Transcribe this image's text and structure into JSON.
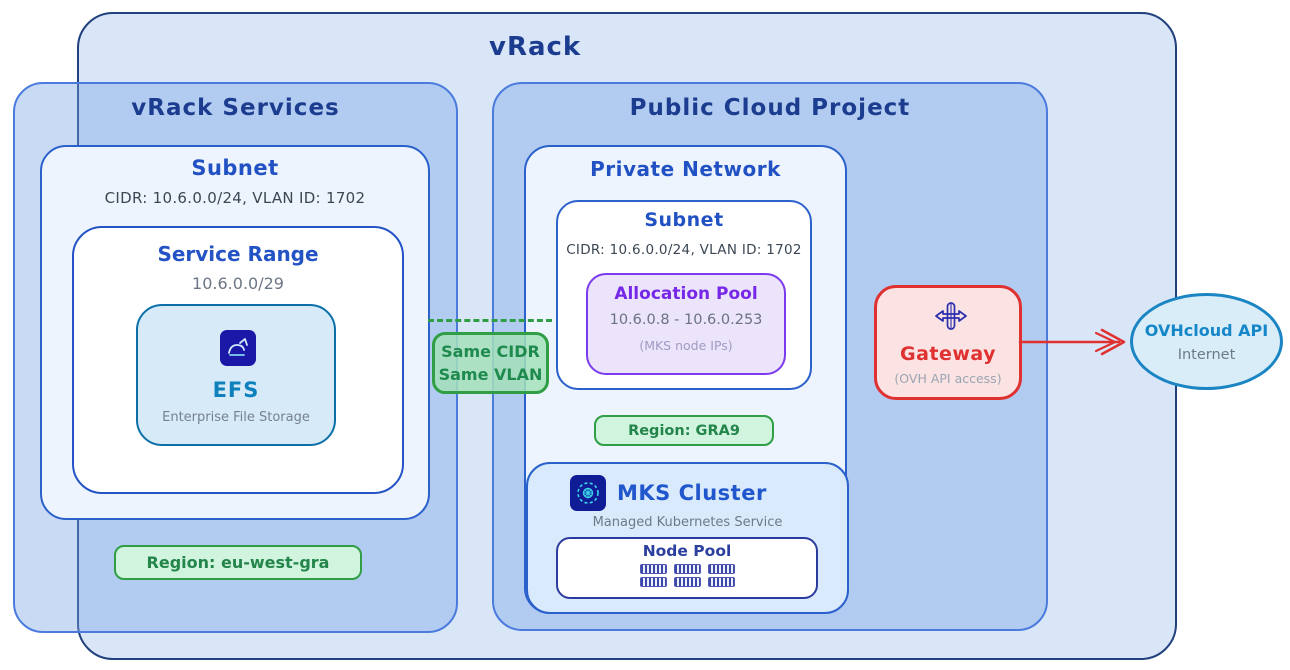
{
  "diagram": {
    "vrack": {
      "title": "vRack"
    },
    "vrack_services": {
      "title": "vRack Services",
      "subnet": {
        "title": "Subnet",
        "cidr": "CIDR: 10.6.0.0/24, VLAN ID: 1702"
      },
      "service_range": {
        "title": "Service Range",
        "cidr": "10.6.0.0/29"
      },
      "efs": {
        "title": "EFS",
        "subtitle": "Enterprise File Storage"
      },
      "region_badge": "Region: eu-west-gra"
    },
    "link_badge": {
      "line1": "Same CIDR",
      "line2": "Same VLAN"
    },
    "public_cloud": {
      "title": "Public Cloud Project",
      "private_network": {
        "title": "Private Network",
        "subnet": {
          "title": "Subnet",
          "cidr": "CIDR: 10.6.0.0/24, VLAN ID: 1702",
          "allocation_pool": {
            "title": "Allocation Pool",
            "range": "10.6.0.8 - 10.6.0.253",
            "note": "(MKS node IPs)"
          }
        },
        "region_badge": "Region: GRA9",
        "mks": {
          "title": "MKS Cluster",
          "subtitle": "Managed Kubernetes Service",
          "node_pool": {
            "title": "Node Pool",
            "node_count": 6
          }
        }
      },
      "gateway": {
        "title": "Gateway",
        "note": "(OVH API access)"
      }
    },
    "external": {
      "title": "OVHcloud API",
      "subtitle": "Internet"
    },
    "colors": {
      "vrack_fill": "#d9e6f8",
      "vrack_border": "#20407e",
      "zone_border": "#4a7bdd",
      "subnet_border": "#2a61cb",
      "heading_blue": "#1c3d8f",
      "efs_teal": "#0e81bd",
      "green_border": "#2f9e44",
      "green_text": "#23854a",
      "purple_border": "#7c3aed",
      "purple_text": "#7627e8",
      "gateway_red": "#e03131",
      "api_cyan": "#1a85c2",
      "gray_text": "#6e7a87"
    }
  }
}
